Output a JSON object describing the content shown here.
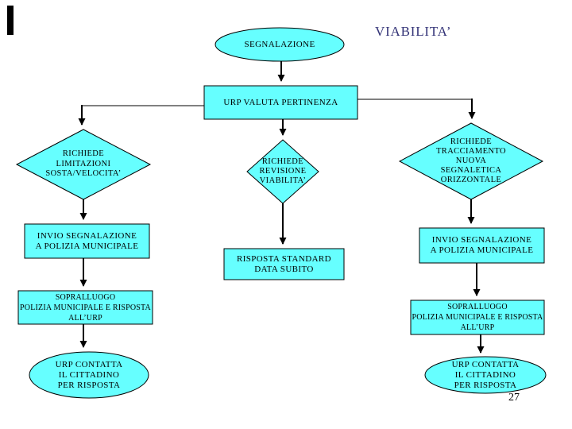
{
  "slide": {
    "title": "VIABILITA’",
    "page_number": "27"
  },
  "colors": {
    "node_fill": "#66FFFF",
    "node_border": "#000000",
    "connector": "#000000",
    "title_text": "#333377",
    "label_text": "#000000",
    "accent_bar": "#000000"
  },
  "nodes": {
    "segnalazione": {
      "type": "ellipse",
      "label": "SEGNALAZIONE"
    },
    "urp_valuta_pertinenza": {
      "type": "rect",
      "label": "URP VALUTA PERTINENZA"
    },
    "richiede_limitazioni": {
      "type": "diamond",
      "label": "RICHIEDE\nLIMITAZIONI\nSOSTA/VELOCITA’"
    },
    "richiede_revisione": {
      "type": "diamond",
      "label": "RICHIEDE\nREVISIONE\nVIABILITA’"
    },
    "richiede_tracciamento": {
      "type": "diamond",
      "label": "RICHIEDE\nTRACCIAMENTO\nNUOVA\nSEGNALETICA\nORIZZONTALE"
    },
    "invio_segnalazione_left": {
      "type": "rect",
      "label": "INVIO SEGNALAZIONE\nA POLIZIA MUNICIPALE"
    },
    "risposta_standard": {
      "type": "rect",
      "label": "RISPOSTA STANDARD\nDATA SUBITO"
    },
    "invio_segnalazione_right": {
      "type": "rect",
      "label": "INVIO SEGNALAZIONE\nA POLIZIA MUNICIPALE"
    },
    "sopralluogo_left": {
      "type": "rect",
      "label": "SOPRALLUOGO\nPOLIZIA MUNICIPALE E RISPOSTA\nALL’URP"
    },
    "sopralluogo_right": {
      "type": "rect",
      "label": "SOPRALLUOGO\nPOLIZIA MUNICIPALE E RISPOSTA\nALL’URP"
    },
    "urp_contatta_left": {
      "type": "ellipse",
      "label": "URP CONTATTA\nIL CITTADINO\nPER RISPOSTA"
    },
    "urp_contatta_right": {
      "type": "ellipse",
      "label": "URP CONTATTA\nIL CITTADINO\nPER RISPOSTA"
    }
  }
}
